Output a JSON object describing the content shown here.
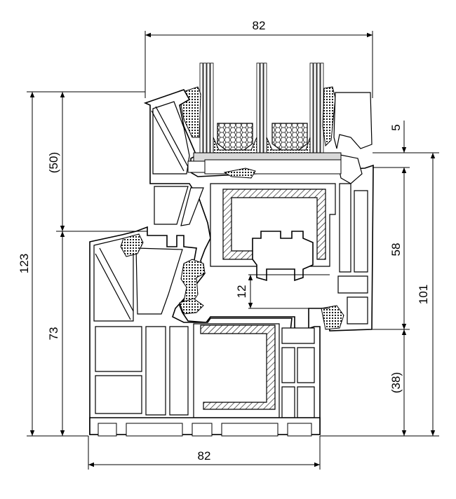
{
  "dimensions": {
    "top_width": "82",
    "bottom_width": "82",
    "total_height": "123",
    "sash_height": "(50)",
    "frame_height": "73",
    "glass_rebate": "5",
    "overlap": "12",
    "sash_depth": "58",
    "outer_height": "101",
    "lower_height": "(38)"
  }
}
